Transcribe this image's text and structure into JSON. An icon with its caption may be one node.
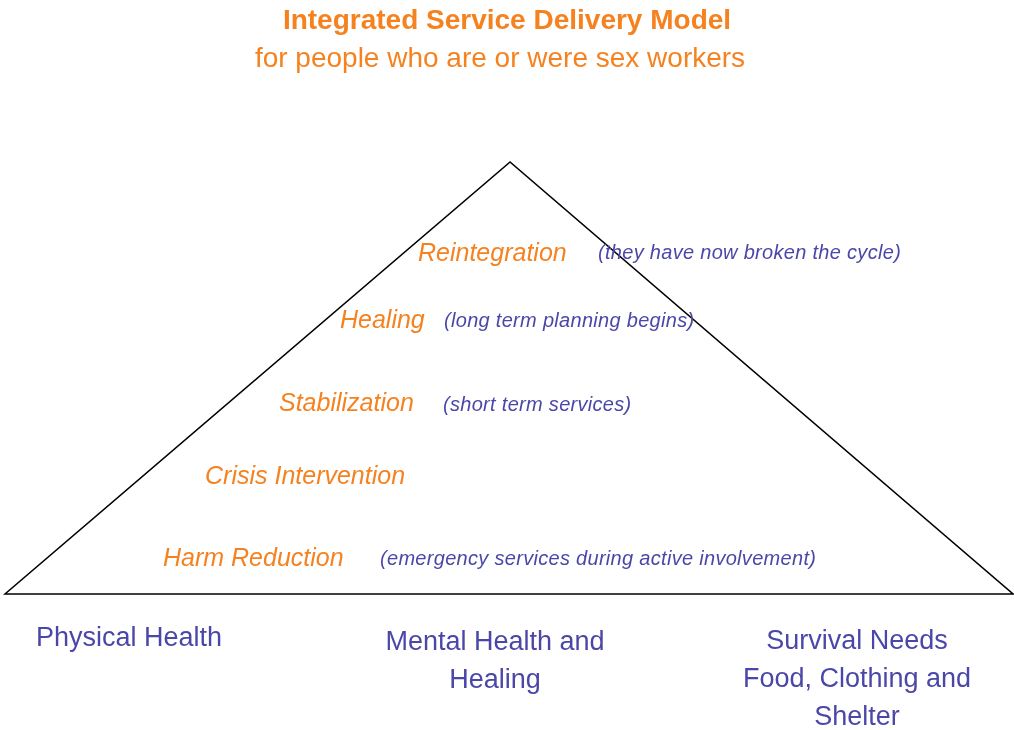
{
  "diagram": {
    "title": "Integrated Service Delivery Model",
    "labels": [
      "for people who are or were sex workers",
      "Reintegration",
      "(they have now broken the cycle)",
      "Healing",
      "(long term planning begins)",
      "Stabilization",
      "(short term services)",
      "Crisis Intervention",
      "Harm Reduction",
      "(emergency services during active involvement)",
      "Physical Health",
      "Mental Health and Healing",
      "Survival Needs Food, Clothing and Shelter"
    ]
  }
}
